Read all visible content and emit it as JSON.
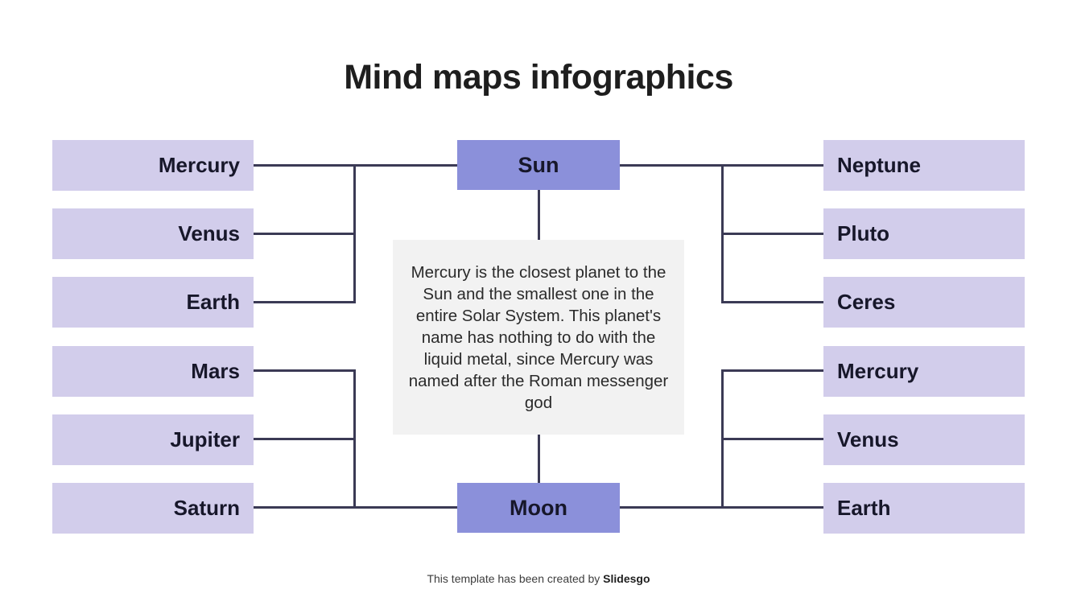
{
  "title": "Mind maps infographics",
  "center": {
    "top_node": "Sun",
    "bottom_node": "Moon",
    "description": "Mercury is the closest planet to the Sun and the smallest one in the entire Solar System. This planet's name has nothing to do with the liquid metal, since Mercury was named after the Roman messenger god"
  },
  "left_column": {
    "top_group": [
      "Mercury",
      "Venus",
      "Earth"
    ],
    "bottom_group": [
      "Mars",
      "Jupiter",
      "Saturn"
    ]
  },
  "right_column": {
    "top_group": [
      "Neptune",
      "Pluto",
      "Ceres"
    ],
    "bottom_group": [
      "Mercury",
      "Venus",
      "Earth"
    ]
  },
  "footer": {
    "text": "This template has been created by ",
    "brand": "Slidesgo"
  },
  "colors": {
    "node_fill": "#8b90da",
    "leaf_fill": "#d2cdeb",
    "line": "#3b3a55",
    "description_bg": "#f2f2f2"
  }
}
